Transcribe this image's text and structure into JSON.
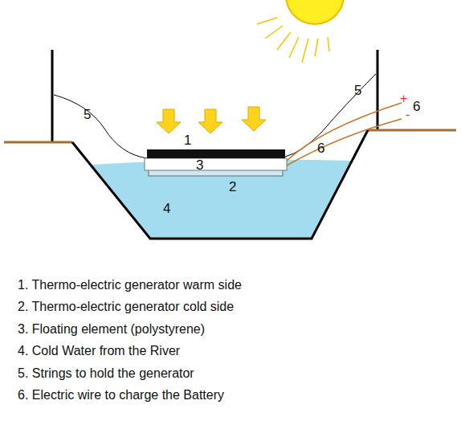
{
  "diagram": {
    "labels": [
      "5",
      "1",
      "3",
      "2",
      "4",
      "5",
      "+",
      "6",
      "6",
      "-",
      "1. Thermo-electric generator warm side",
      "2. Thermo-electric generator cold side",
      "3. Floating element (polystyrene)",
      "4. Cold Water from the River",
      "5. Strings to hold the generator",
      "6. Electric wire to charge the Battery"
    ]
  }
}
